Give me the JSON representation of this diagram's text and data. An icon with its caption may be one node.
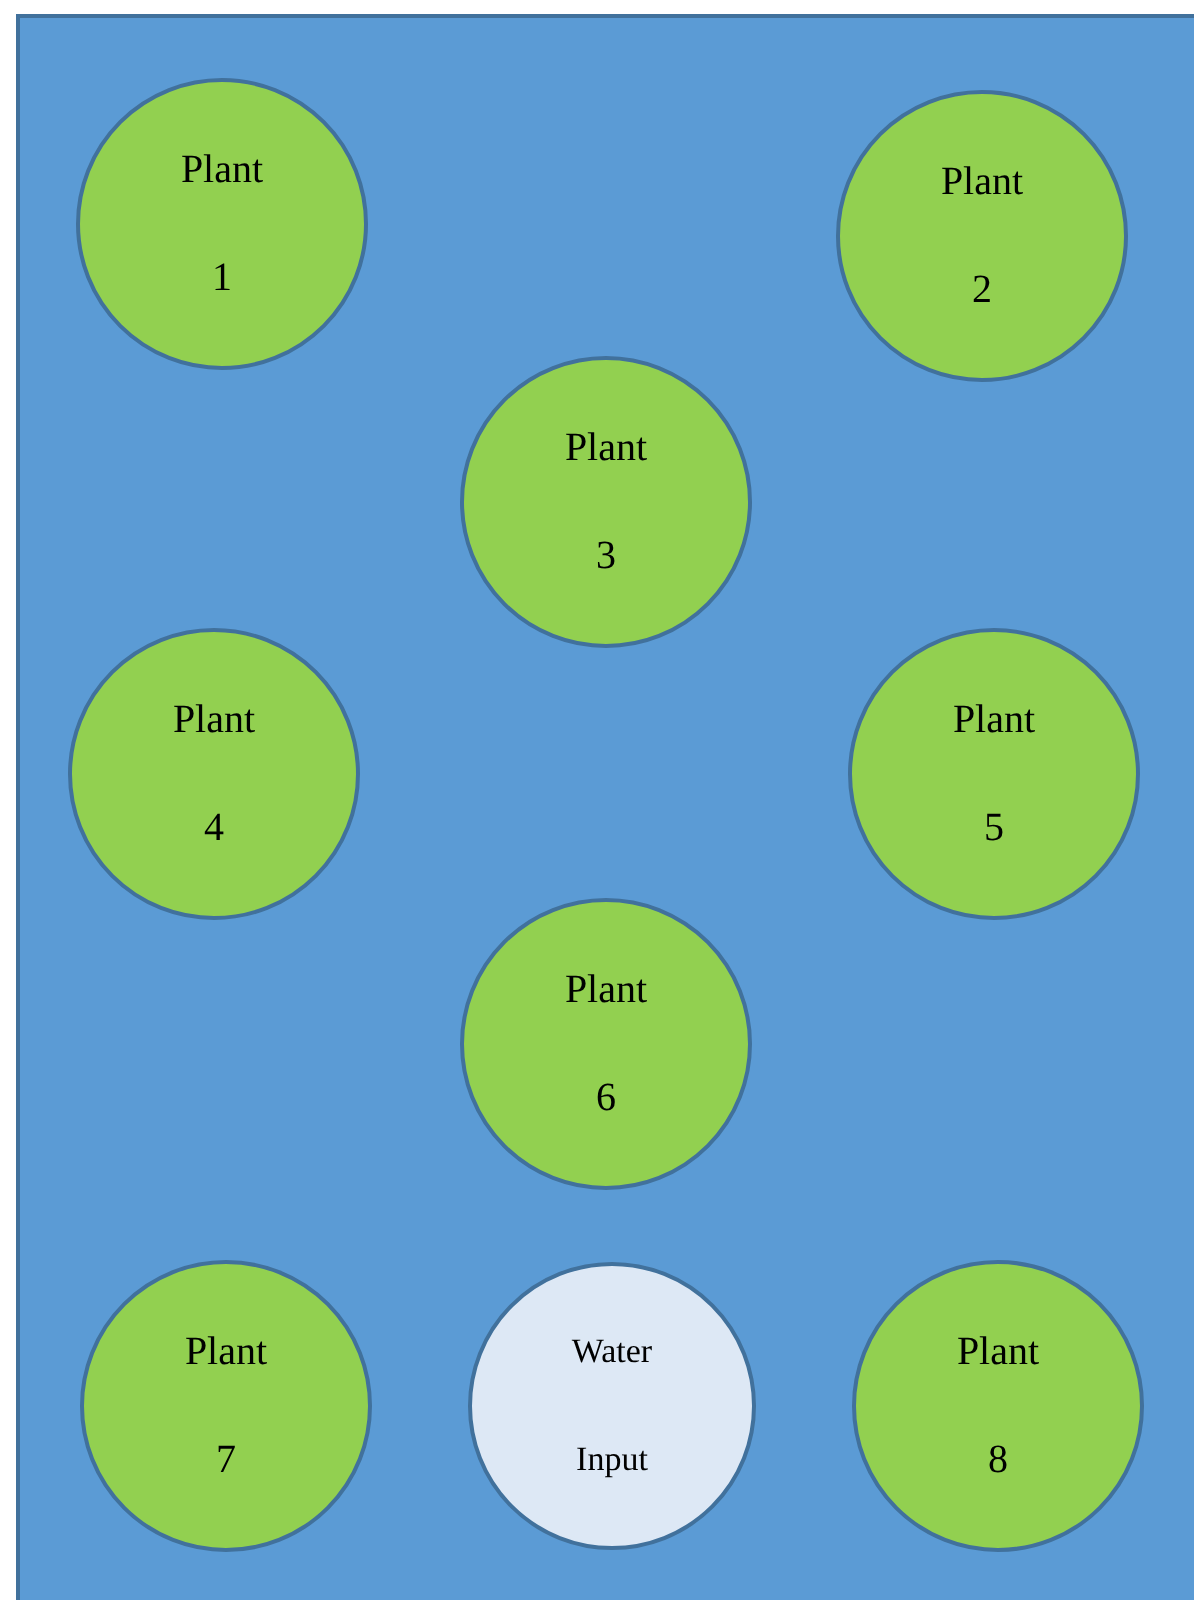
{
  "diagram": {
    "nodes": [
      {
        "text": [
          "Plant",
          "1"
        ]
      },
      {
        "text": [
          "Plant",
          "2"
        ]
      },
      {
        "text": [
          "Plant",
          "3"
        ]
      },
      {
        "text": [
          "Plant",
          "4"
        ]
      },
      {
        "text": [
          "Plant",
          "5"
        ]
      },
      {
        "text": [
          "Plant",
          "6"
        ]
      },
      {
        "text": [
          "Plant",
          "7"
        ]
      },
      {
        "text": [
          "Water",
          "Input"
        ]
      },
      {
        "text": [
          "Plant",
          "8"
        ]
      }
    ],
    "edges": []
  }
}
